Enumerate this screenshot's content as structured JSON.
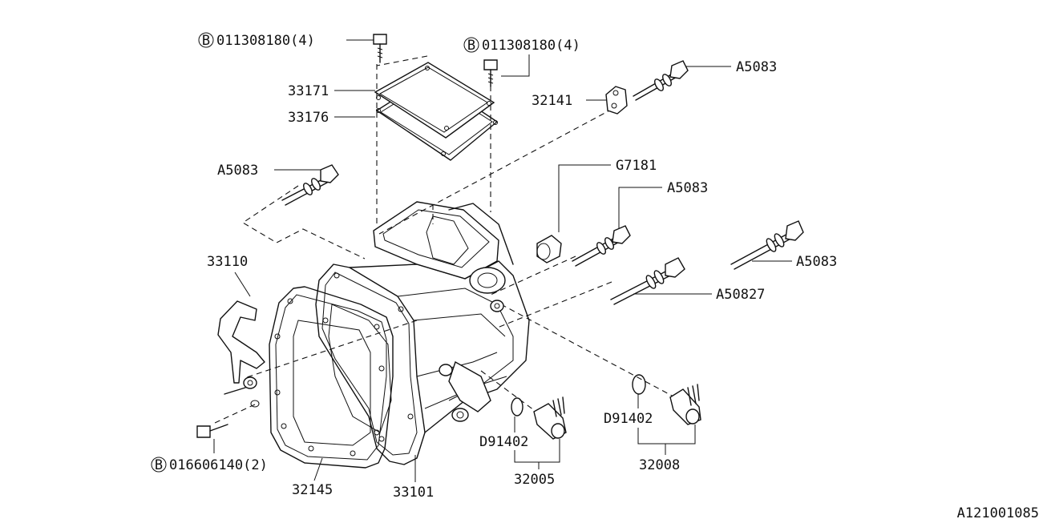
{
  "callouts": {
    "bolt_top_left": "011308180(4)",
    "bolt_top_right": "011308180(4)",
    "bolt_bottom_left": "016606140(2)",
    "cover_plate": "33171",
    "cover_gasket": "33176",
    "stud_left": "A5083",
    "lever": "33110",
    "gasket_large": "32145",
    "case": "33101",
    "flange_gasket": "32141",
    "stud_top_right": "A5083",
    "plug": "G7181",
    "stud_mid": "A5083",
    "stud_right": "A5083",
    "stud_long": "A50827",
    "washer_left": "D91402",
    "switch_left": "32005",
    "washer_right": "D91402",
    "switch_right": "32008",
    "circle_letter": "B"
  },
  "footer": {
    "code": "A121001085"
  }
}
